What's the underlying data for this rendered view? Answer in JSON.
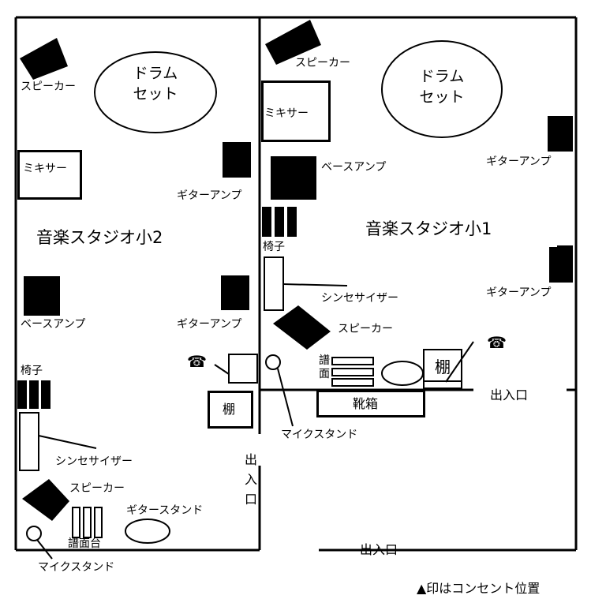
{
  "studio1": {
    "title": "音楽スタジオ小1",
    "drum_line1": "ドラム",
    "drum_line2": "セット",
    "speaker_top": "スピーカー",
    "mixer": "ミキサー",
    "bass_amp": "ベースアンプ",
    "guitar_amp_top": "ギターアンプ",
    "guitar_amp_mid": "ギターアンプ",
    "chair": "椅子",
    "synth": "シンセサイザー",
    "speaker_bottom": "スピーカー",
    "music_stand_1": "譜",
    "music_stand_2": "面",
    "shelf": "棚",
    "shoe_box": "靴箱",
    "mic_stand": "マイクスタンド",
    "entrance_right": "出入口"
  },
  "studio2": {
    "title": "音楽スタジオ小2",
    "drum_line1": "ドラム",
    "drum_line2": "セット",
    "speaker_top": "スピーカー",
    "mixer": "ミキサー",
    "guitar_amp_top": "ギターアンプ",
    "bass_amp": "ベースアンプ",
    "guitar_amp_bottom": "ギターアンプ",
    "chair": "椅子",
    "synth": "シンセサイザー",
    "speaker_bottom": "スピーカー",
    "music_stand": "譜面台",
    "guitar_stand": "ギタースタンド",
    "mic_stand": "マイクスタンド",
    "shelf": "棚"
  },
  "corridor": {
    "entrance_vertical_1": "出",
    "entrance_vertical_2": "入",
    "entrance_vertical_3": "口",
    "entrance_bottom": "出入口"
  },
  "legend": "▲印はコンセント位置",
  "icons": [
    "telephone-icon",
    "telephone-icon"
  ]
}
